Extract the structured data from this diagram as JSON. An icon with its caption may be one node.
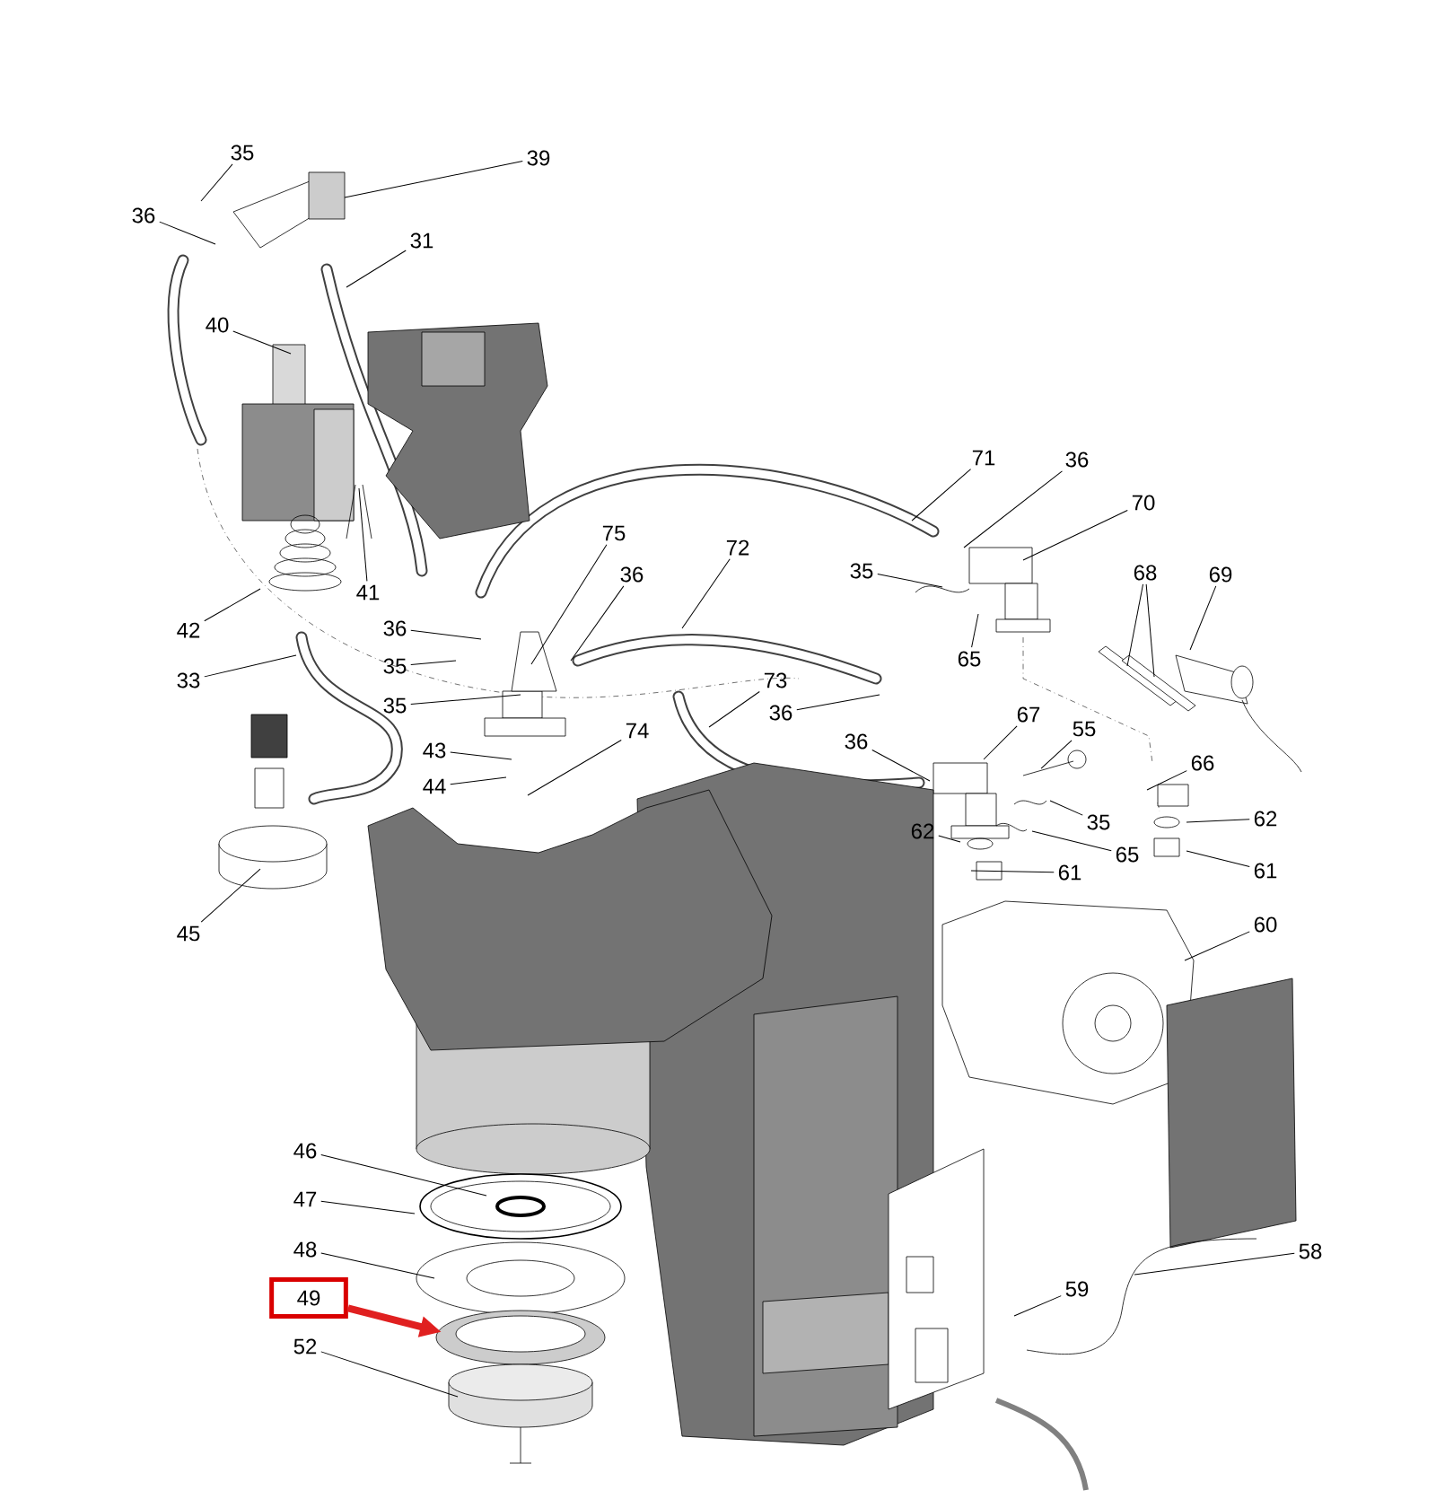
{
  "diagram": {
    "nodes": [
      {
        "text": [
          "35"
        ]
      },
      {
        "text": [
          "39"
        ]
      },
      {
        "text": [
          "36"
        ]
      },
      {
        "text": [
          "31"
        ]
      },
      {
        "text": [
          "40"
        ]
      },
      {
        "text": [
          "41"
        ]
      },
      {
        "text": [
          "42"
        ]
      },
      {
        "text": [
          "33"
        ]
      },
      {
        "text": [
          "36"
        ]
      },
      {
        "text": [
          "35"
        ]
      },
      {
        "text": [
          "35"
        ]
      },
      {
        "text": [
          "75"
        ]
      },
      {
        "text": [
          "36"
        ]
      },
      {
        "text": [
          "72"
        ]
      },
      {
        "text": [
          "71"
        ]
      },
      {
        "text": [
          "36"
        ]
      },
      {
        "text": [
          "70"
        ]
      },
      {
        "text": [
          "35"
        ]
      },
      {
        "text": [
          "65"
        ]
      },
      {
        "text": [
          "73"
        ]
      },
      {
        "text": [
          "36"
        ]
      },
      {
        "text": [
          "36"
        ]
      },
      {
        "text": [
          "67"
        ]
      },
      {
        "text": [
          "55"
        ]
      },
      {
        "text": [
          "66"
        ]
      },
      {
        "text": [
          "68"
        ]
      },
      {
        "text": [
          "69"
        ]
      },
      {
        "text": [
          "43"
        ]
      },
      {
        "text": [
          "44"
        ]
      },
      {
        "text": [
          "74"
        ]
      },
      {
        "text": [
          "62"
        ]
      },
      {
        "text": [
          "35"
        ]
      },
      {
        "text": [
          "65"
        ]
      },
      {
        "text": [
          "61"
        ]
      },
      {
        "text": [
          "62"
        ]
      },
      {
        "text": [
          "61"
        ]
      },
      {
        "text": [
          "60"
        ]
      },
      {
        "text": [
          "45"
        ]
      },
      {
        "text": [
          "46"
        ]
      },
      {
        "text": [
          "47"
        ]
      },
      {
        "text": [
          "48"
        ]
      },
      {
        "text": [
          "49"
        ]
      },
      {
        "text": [
          "52"
        ]
      },
      {
        "text": [
          "59"
        ]
      },
      {
        "text": [
          "58"
        ]
      }
    ],
    "edges": [
      {
        "from": 0,
        "to": null,
        "arrow": "none"
      },
      {
        "from": 1,
        "to": null,
        "arrow": "none"
      },
      {
        "from": 2,
        "to": null,
        "arrow": "none"
      },
      {
        "from": 3,
        "to": null,
        "arrow": "none"
      },
      {
        "from": 4,
        "to": null,
        "arrow": "none"
      },
      {
        "from": 5,
        "to": null,
        "arrow": "none"
      },
      {
        "from": 6,
        "to": null,
        "arrow": "none"
      },
      {
        "from": 7,
        "to": null,
        "arrow": "none"
      },
      {
        "from": 8,
        "to": null,
        "arrow": "none"
      },
      {
        "from": 9,
        "to": null,
        "arrow": "none"
      },
      {
        "from": 10,
        "to": null,
        "arrow": "none"
      },
      {
        "from": 11,
        "to": null,
        "arrow": "none"
      },
      {
        "from": 12,
        "to": null,
        "arrow": "none"
      },
      {
        "from": 13,
        "to": null,
        "arrow": "none"
      },
      {
        "from": 14,
        "to": null,
        "arrow": "none"
      },
      {
        "from": 15,
        "to": null,
        "arrow": "none"
      },
      {
        "from": 16,
        "to": null,
        "arrow": "none"
      },
      {
        "from": 17,
        "to": null,
        "arrow": "none"
      },
      {
        "from": 18,
        "to": null,
        "arrow": "none"
      },
      {
        "from": 19,
        "to": null,
        "arrow": "none"
      },
      {
        "from": 20,
        "to": null,
        "arrow": "none"
      },
      {
        "from": 21,
        "to": null,
        "arrow": "none"
      },
      {
        "from": 22,
        "to": null,
        "arrow": "none"
      },
      {
        "from": 23,
        "to": null,
        "arrow": "none"
      },
      {
        "from": 24,
        "to": null,
        "arrow": "none"
      },
      {
        "from": 25,
        "to": null,
        "arrow": "none"
      },
      {
        "from": 25,
        "to": null,
        "arrow": "none"
      },
      {
        "from": 26,
        "to": null,
        "arrow": "none"
      },
      {
        "from": 27,
        "to": null,
        "arrow": "none"
      },
      {
        "from": 28,
        "to": null,
        "arrow": "none"
      },
      {
        "from": 29,
        "to": null,
        "arrow": "none"
      },
      {
        "from": 30,
        "to": null,
        "arrow": "none"
      },
      {
        "from": 31,
        "to": null,
        "arrow": "none"
      },
      {
        "from": 32,
        "to": null,
        "arrow": "none"
      },
      {
        "from": 33,
        "to": null,
        "arrow": "none"
      },
      {
        "from": 34,
        "to": null,
        "arrow": "none"
      },
      {
        "from": 35,
        "to": null,
        "arrow": "none"
      },
      {
        "from": 36,
        "to": null,
        "arrow": "none"
      },
      {
        "from": 37,
        "to": null,
        "arrow": "none"
      },
      {
        "from": 38,
        "to": null,
        "arrow": "none"
      },
      {
        "from": 39,
        "to": null,
        "arrow": "none"
      },
      {
        "from": 40,
        "to": null,
        "arrow": "none"
      },
      {
        "from": 41,
        "to": null,
        "arrow": "to",
        "style": "thick",
        "color": "#e02020"
      },
      {
        "from": 42,
        "to": null,
        "arrow": "none"
      },
      {
        "from": 43,
        "to": null,
        "arrow": "none"
      },
      {
        "from": 44,
        "to": null,
        "arrow": "none"
      }
    ]
  }
}
